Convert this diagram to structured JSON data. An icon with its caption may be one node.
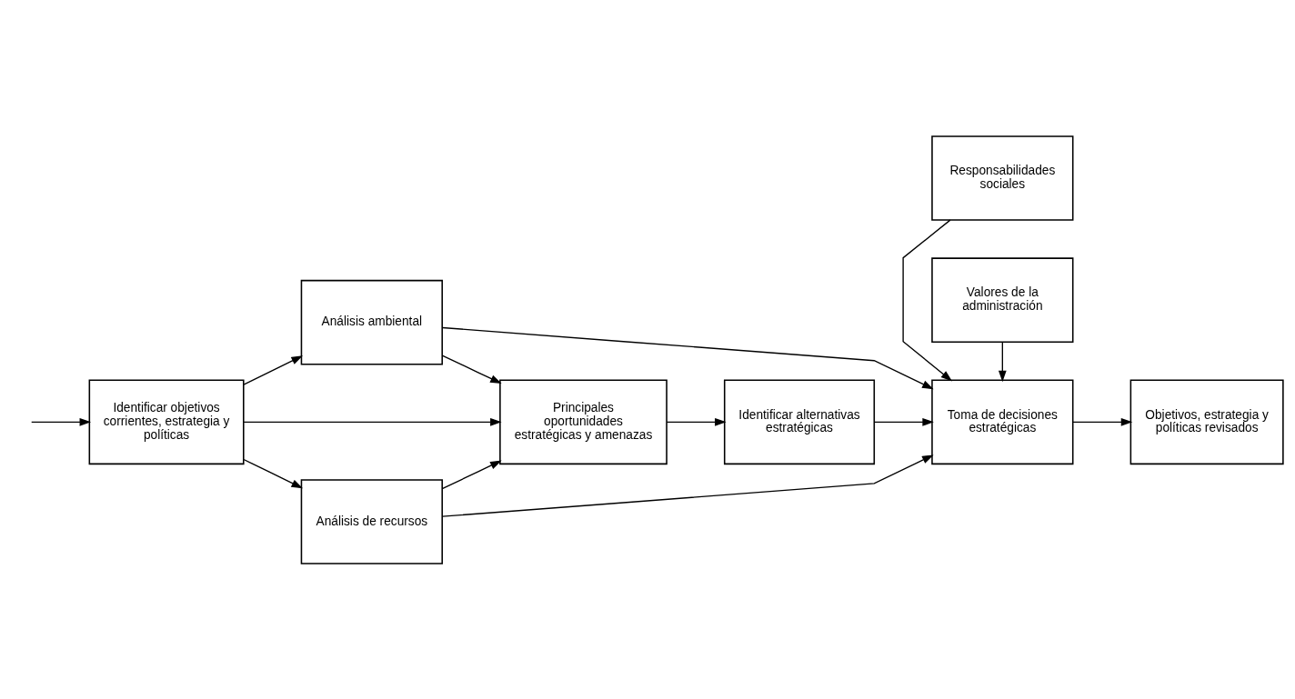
{
  "diagram": {
    "nodes": [
      {
        "text": [
          "Identificar objetivos corrientes, estrategia y políticas"
        ]
      },
      {
        "text": [
          "Análisis ambiental"
        ]
      },
      {
        "text": [
          "Principales oportunidades estratégicas y amenazas"
        ]
      },
      {
        "text": [
          "Identificar alternativas estratégicas"
        ]
      },
      {
        "text": [
          "Valores de la administración"
        ]
      },
      {
        "text": [
          "Toma de decisiones estratégicas"
        ]
      },
      {
        "text": [
          "Objetivos, estrategia y políticas revisados"
        ]
      },
      {
        "text": [
          "Análisis de recursos"
        ]
      },
      {
        "text": [
          "Responsabilidades sociales"
        ]
      }
    ],
    "edges": [
      {
        "from": null,
        "to": 0,
        "arrow": "to"
      },
      {
        "from": 0,
        "to": 1,
        "arrow": "to"
      },
      {
        "from": 0,
        "to": 7,
        "arrow": "to"
      },
      {
        "from": 0,
        "to": 2,
        "arrow": "to"
      },
      {
        "from": 1,
        "to": 2,
        "arrow": "to"
      },
      {
        "from": 1,
        "to": 5,
        "arrow": "to"
      },
      {
        "from": 7,
        "to": 2,
        "arrow": "to"
      },
      {
        "from": 7,
        "to": 5,
        "arrow": "to"
      },
      {
        "from": 2,
        "to": 3,
        "arrow": "to"
      },
      {
        "from": 3,
        "to": 5,
        "arrow": "to"
      },
      {
        "from": 4,
        "to": 5,
        "arrow": "to"
      },
      {
        "from": 8,
        "to": 5,
        "arrow": "to"
      },
      {
        "from": 5,
        "to": 6,
        "arrow": "to"
      }
    ]
  }
}
